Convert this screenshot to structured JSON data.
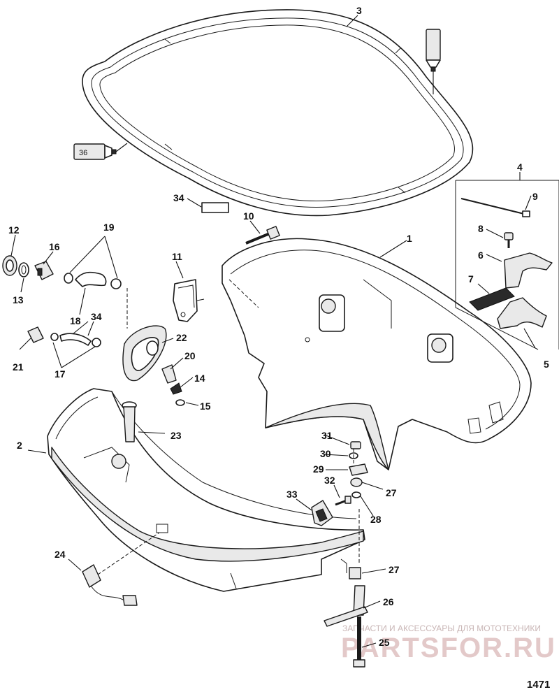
{
  "figure_number": "1471",
  "watermark": {
    "tagline": "ЗАПЧАСТИ И АКСЕССУАРЫ ДЛЯ МОТОТЕХНИКИ",
    "brand": "PARTSFOR.RU"
  },
  "tube_label": "36",
  "callouts": [
    {
      "id": "c1",
      "label": "1"
    },
    {
      "id": "c2",
      "label": "2"
    },
    {
      "id": "c3",
      "label": "3"
    },
    {
      "id": "c4",
      "label": "4"
    },
    {
      "id": "c5",
      "label": "5"
    },
    {
      "id": "c6",
      "label": "6"
    },
    {
      "id": "c7",
      "label": "7"
    },
    {
      "id": "c8",
      "label": "8"
    },
    {
      "id": "c9",
      "label": "9"
    },
    {
      "id": "c10",
      "label": "10"
    },
    {
      "id": "c11",
      "label": "11"
    },
    {
      "id": "c12",
      "label": "12"
    },
    {
      "id": "c13",
      "label": "13"
    },
    {
      "id": "c14",
      "label": "14"
    },
    {
      "id": "c15",
      "label": "15"
    },
    {
      "id": "c16",
      "label": "16"
    },
    {
      "id": "c17",
      "label": "17"
    },
    {
      "id": "c18",
      "label": "18"
    },
    {
      "id": "c19",
      "label": "19"
    },
    {
      "id": "c20",
      "label": "20"
    },
    {
      "id": "c21",
      "label": "21"
    },
    {
      "id": "c22",
      "label": "22"
    },
    {
      "id": "c23",
      "label": "23"
    },
    {
      "id": "c24",
      "label": "24"
    },
    {
      "id": "c25",
      "label": "25"
    },
    {
      "id": "c26",
      "label": "26"
    },
    {
      "id": "c27a",
      "label": "27"
    },
    {
      "id": "c27b",
      "label": "27"
    },
    {
      "id": "c28",
      "label": "28"
    },
    {
      "id": "c29",
      "label": "29"
    },
    {
      "id": "c30",
      "label": "30"
    },
    {
      "id": "c31",
      "label": "31"
    },
    {
      "id": "c32",
      "label": "32"
    },
    {
      "id": "c33",
      "label": "33"
    },
    {
      "id": "c34a",
      "label": "34"
    },
    {
      "id": "c34b",
      "label": "34"
    }
  ]
}
